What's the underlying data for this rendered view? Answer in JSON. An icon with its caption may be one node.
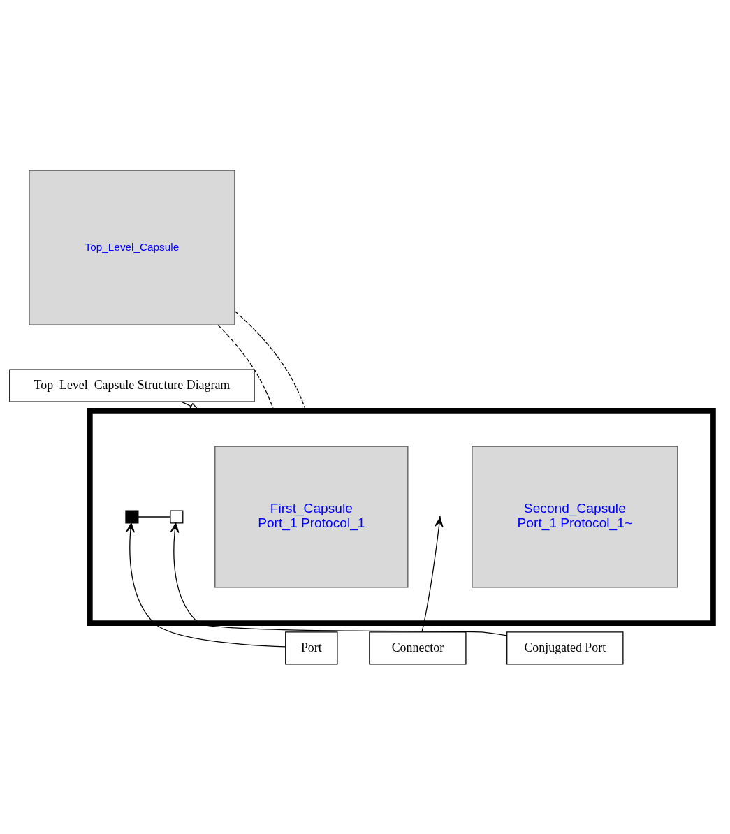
{
  "diagram": {
    "nodes": [
      {
        "text": [
          "Top_Level_Capsule"
        ]
      },
      {
        "text": [
          "Top_Level_Capsule Structure Diagram"
        ]
      },
      {
        "text": [],
        "shape": "box"
      },
      {
        "text": [
          "First_Capsule",
          "Port_1 Protocol_1"
        ],
        "in": 2
      },
      {
        "text": [
          "Second_Capsule",
          "Port_1 Protocol_1~"
        ],
        "in": 2
      },
      {
        "text": [],
        "shape": "box",
        "in": 2
      },
      {
        "text": [],
        "shape": "box",
        "in": 2
      },
      {
        "text": [
          "Port"
        ]
      },
      {
        "text": [
          "Connector"
        ]
      },
      {
        "text": [
          "Conjugated Port"
        ]
      }
    ],
    "edges": [
      {
        "from": 0,
        "to": 2,
        "arrow": "none",
        "style": "dashed"
      },
      {
        "from": 0,
        "to": 2,
        "arrow": "none",
        "style": "dashed"
      },
      {
        "from": 1,
        "to": 2,
        "arrow": "to"
      },
      {
        "from": 5,
        "to": 6,
        "arrow": "none"
      },
      {
        "from": 7,
        "to": 5,
        "arrow": "to"
      },
      {
        "from": 8,
        "to": null,
        "arrow": "to"
      },
      {
        "from": 9,
        "to": 6,
        "arrow": "to"
      }
    ]
  }
}
